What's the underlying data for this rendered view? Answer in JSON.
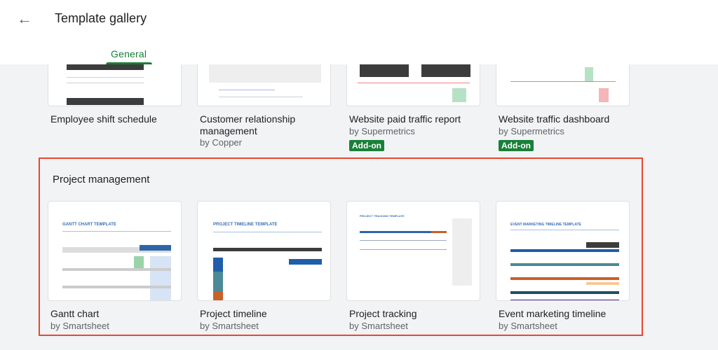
{
  "header": {
    "back_icon": "arrow-left-icon",
    "title": "Template gallery"
  },
  "tabs": {
    "active": "General"
  },
  "general": [
    {
      "name": "Employee shift schedule",
      "by": "",
      "addon": ""
    },
    {
      "name": "Customer relationship management",
      "by": "by Copper",
      "addon": ""
    },
    {
      "name": "Website paid traffic report",
      "by": "by Supermetrics",
      "addon": "Add-on"
    },
    {
      "name": "Website traffic dashboard",
      "by": "by Supermetrics",
      "addon": "Add-on"
    }
  ],
  "project_management": {
    "title": "Project management",
    "highlight_color": "#e8472f",
    "templates": [
      {
        "name": "Gantt chart",
        "by": "by Smartsheet",
        "thumb_title": "GANTT CHART TEMPLATE"
      },
      {
        "name": "Project timeline",
        "by": "by Smartsheet",
        "thumb_title": "PROJECT TIMELINE TEMPLATE"
      },
      {
        "name": "Project tracking",
        "by": "by Smartsheet",
        "thumb_title": "PROJECT TRACKING TEMPLATE"
      },
      {
        "name": "Event marketing timeline",
        "by": "by Smartsheet",
        "thumb_title": "EVENT MARKETING TIMELINE TEMPLATE"
      }
    ]
  }
}
